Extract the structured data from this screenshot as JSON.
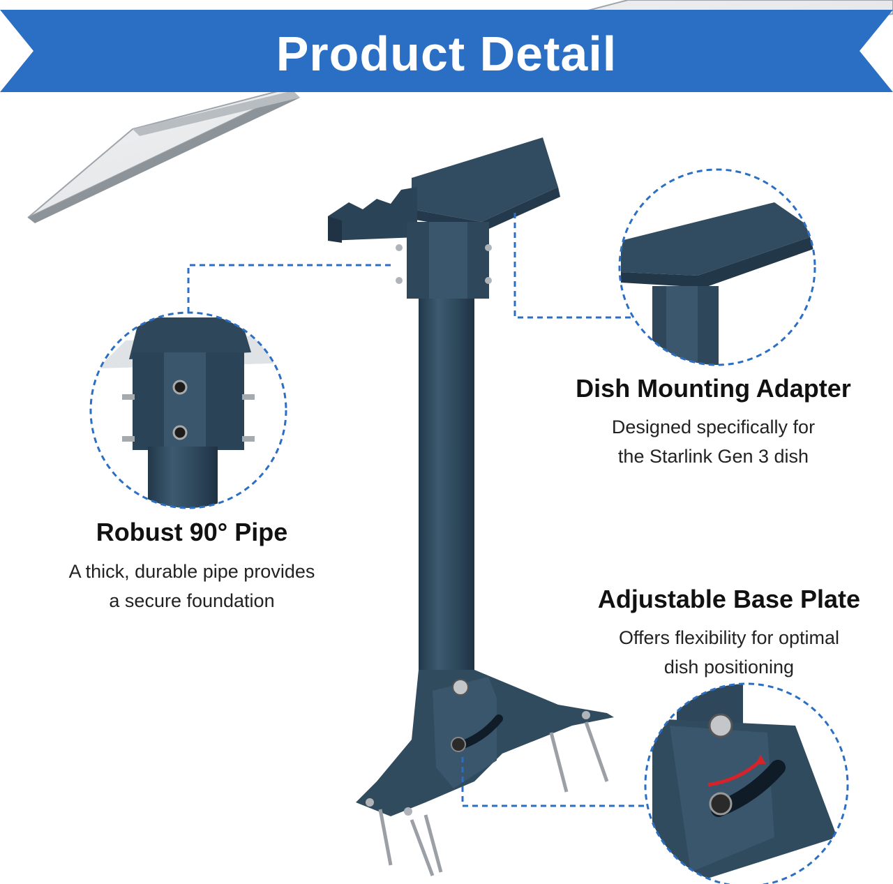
{
  "banner": {
    "title": "Product Detail",
    "color": "#2b6fc4"
  },
  "product_color": "#304a5e",
  "callouts": [
    {
      "id": "pipe",
      "heading": "Robust 90° Pipe",
      "description_lines": [
        "A thick, durable pipe provides",
        "a secure foundation"
      ]
    },
    {
      "id": "adapter",
      "heading": "Dish Mounting Adapter",
      "description_lines": [
        "Designed specifically for",
        "the Starlink Gen 3 dish"
      ]
    },
    {
      "id": "base",
      "heading": "Adjustable Base Plate",
      "description_lines": [
        "Offers flexibility for optimal",
        "dish positioning"
      ]
    }
  ]
}
